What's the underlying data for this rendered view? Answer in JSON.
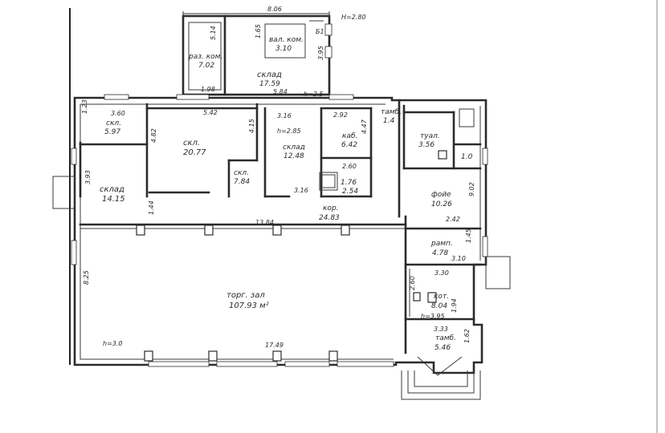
{
  "annex": {
    "width": "8.06",
    "height_note": "H=2.80",
    "mark": "Б1",
    "rooms": [
      {
        "name": "раз. ком.",
        "area": "7.02",
        "depth": "5.14"
      },
      {
        "name": "вал. ком.",
        "area": "3.10",
        "depth": "1.65"
      },
      {
        "name": "склад",
        "area": "17.59",
        "depth": "3.95"
      }
    ],
    "dims": {
      "bottom_left": "1.98",
      "bottom_right": "5.84",
      "h": "h=2.5"
    }
  },
  "rooms": [
    {
      "key": "office_small",
      "name": "скл.",
      "area": "5.97"
    },
    {
      "key": "office",
      "name": "скл.",
      "area": "20.77"
    },
    {
      "key": "store_mid",
      "name": "склад",
      "area": "12.48"
    },
    {
      "key": "cab",
      "name": "каб.",
      "area": "6.42"
    },
    {
      "key": "hall",
      "name": "скл.",
      "area": "7.84"
    },
    {
      "key": "store_left",
      "name": "склад",
      "area": "14.15"
    },
    {
      "key": "small",
      "name": "",
      "area": "1.76"
    },
    {
      "key": "small2",
      "name": "",
      "area": "2.54"
    },
    {
      "key": "tamb",
      "name": "тамб.",
      "area": "1.4"
    },
    {
      "key": "wc",
      "name": "туал.",
      "area": "3.56"
    },
    {
      "key": "wc2",
      "name": "",
      "area": "1.0"
    },
    {
      "key": "foyer",
      "name": "фойе",
      "area": "10.26"
    },
    {
      "key": "corridor",
      "name": "кор.",
      "area": "24.83"
    },
    {
      "key": "vest",
      "name": "рамп.",
      "area": "4.78"
    },
    {
      "key": "boiler",
      "name": "кот.",
      "area": "8.04"
    },
    {
      "key": "tamb2",
      "name": "тамб.",
      "area": "5.46"
    },
    {
      "key": "hall_main",
      "name": "торг. зал",
      "area": "107.93 м²"
    }
  ],
  "dims": {
    "d_360": "3.60",
    "d_542": "5.42",
    "d_316": "3.16",
    "d_292": "2.92",
    "d_123": "1.23",
    "d_482": "4.82",
    "d_415": "4.15",
    "d_h185": "h=2.85",
    "d_447": "4.47",
    "d_393": "3.93",
    "d_144": "1.44",
    "d_1384": "13.84",
    "d_316b": "3.16",
    "d_902": "9.02",
    "d_242": "2.42",
    "d_310": "3.10",
    "d_145": "1.45",
    "d_330": "3.30",
    "d_260": "2.60",
    "d_h395": "h=3.95",
    "d_333": "3.33",
    "d_162": "1.62",
    "d_825": "8.25",
    "d_h30": "h=3.0",
    "d_1749": "17.49",
    "d_194": "1.94",
    "d_260b": "2.60"
  }
}
